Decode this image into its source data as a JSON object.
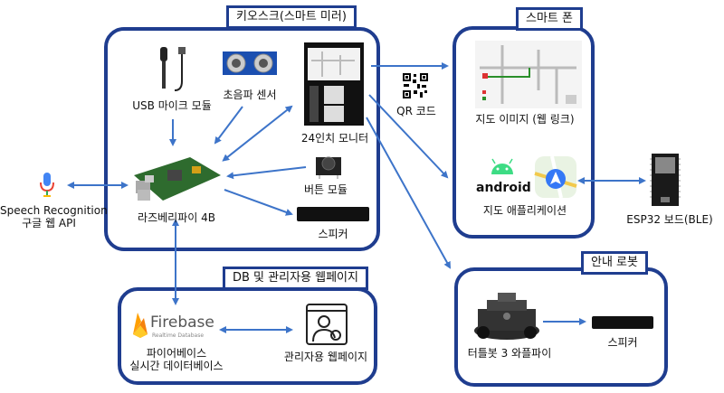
{
  "kiosk": {
    "title": "키오스크(스마트 미러)",
    "mic_label": "USB 마이크 모듈",
    "ultrasonic_label": "초음파 센서",
    "monitor_label": "24인치 모니터",
    "rpi_label": "라즈베리파이 4B",
    "button_label": "버튼 모듈",
    "speaker_label": "스피커"
  },
  "speech": {
    "label_line1": "Speech Recognition",
    "label_line2": "구글 웹 API"
  },
  "qr": {
    "label": "QR 코드"
  },
  "smartphone": {
    "title": "스마트 폰",
    "map_image_label": "지도 이미지 (웹 링크)",
    "map_app_label": "지도 애플리케이션",
    "android_text": "android"
  },
  "esp32": {
    "label": "ESP32 보드(BLE)"
  },
  "database": {
    "title": "DB 및 관리자용 웹페이지",
    "firebase_name": "Firebase",
    "firebase_sub": "Realtime Database",
    "firebase_label_line1": "파이어베이스",
    "firebase_label_line2": "실시간 데이터베이스",
    "admin_label": "관리자용 웹페이지"
  },
  "robot": {
    "title": "안내 로봇",
    "turtlebot_label": "터틀봇 3 와플파이",
    "speaker_label": "스피커"
  },
  "colors": {
    "border": "#1f3d8f",
    "arrow": "#3d74c9",
    "android_green": "#3ddc84",
    "firebase_orange": "#f5820d"
  }
}
